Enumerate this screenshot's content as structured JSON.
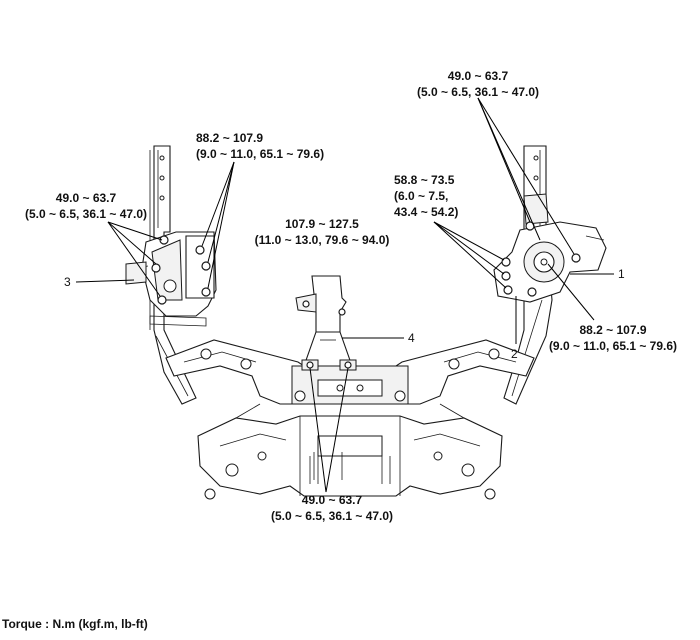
{
  "torque_labels": {
    "right_top": {
      "line1": "49.0 ~ 63.7",
      "line2": "(5.0 ~ 6.5, 36.1 ~ 47.0)"
    },
    "left_upper": {
      "line1": "88.2 ~ 107.9",
      "line2": "(9.0 ~ 11.0, 65.1 ~ 79.6)"
    },
    "left_mount": {
      "line1": "49.0 ~ 63.7",
      "line2": "(5.0 ~ 6.5, 36.1 ~ 47.0)"
    },
    "right_mid": {
      "line1": "58.8 ~ 73.5",
      "line2": "(6.0 ~ 7.5,",
      "line3": "43.4 ~ 54.2)"
    },
    "center_mount": {
      "line1": "107.9 ~ 127.5",
      "line2": "(11.0 ~ 13.0, 79.6 ~ 94.0)"
    },
    "right_lower": {
      "line1": "88.2 ~ 107.9",
      "line2": "(9.0 ~ 11.0, 65.1 ~ 79.6)"
    },
    "bottom": {
      "line1": "49.0 ~ 63.7",
      "line2": "(5.0 ~ 6.5, 36.1 ~ 47.0)"
    }
  },
  "callouts": {
    "c1": "1",
    "c2": "2",
    "c3": "3",
    "c4": "4"
  },
  "footer": {
    "torque_units": "Torque : N.m (kgf.m, lb-ft)"
  }
}
